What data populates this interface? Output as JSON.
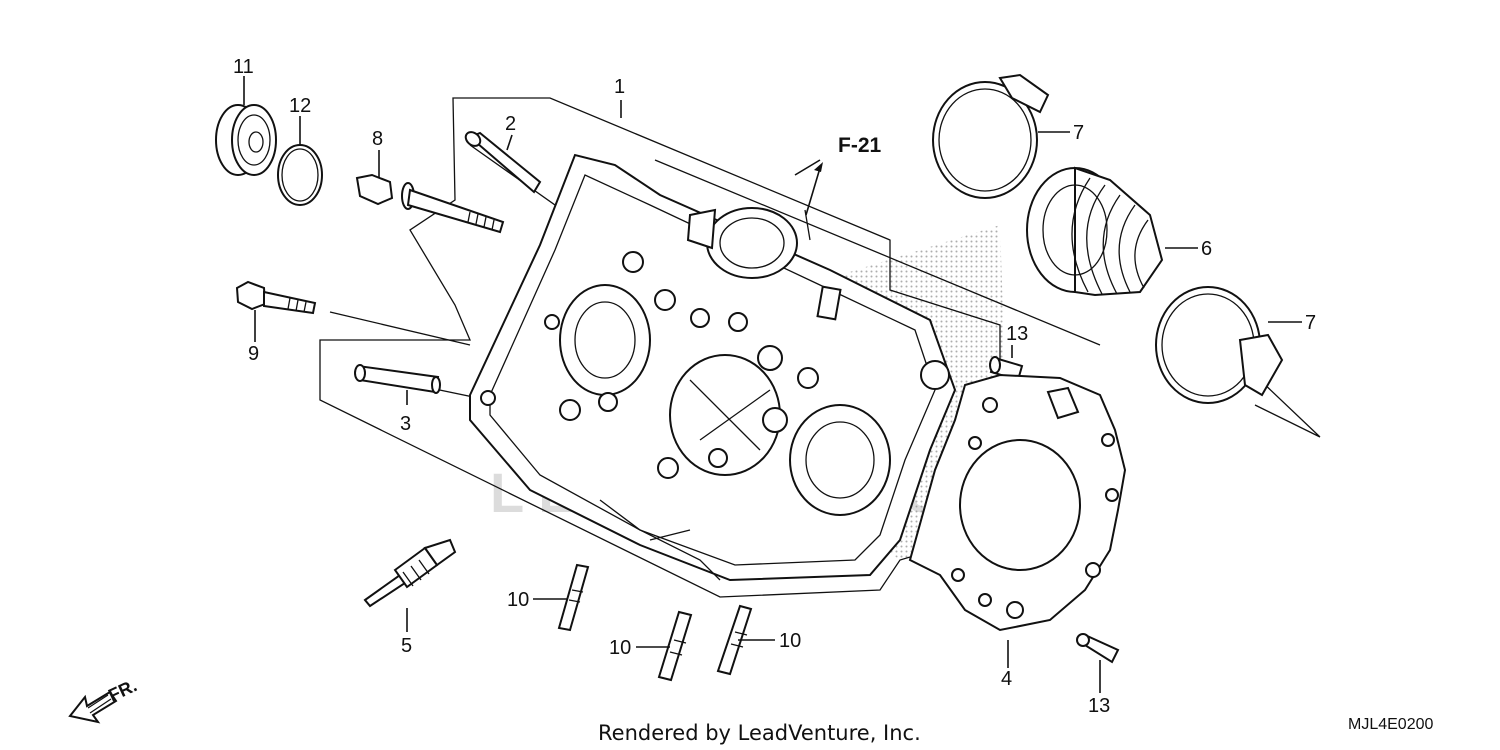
{
  "diagram": {
    "watermark": "LEADVENTURE",
    "reference_label": "F-21",
    "front_label": "FR.",
    "footer_text": "Rendered by LeadVenture, Inc.",
    "diagram_code": "MJL4E0200",
    "callouts": [
      {
        "id": "c1",
        "label": "1"
      },
      {
        "id": "c2",
        "label": "2"
      },
      {
        "id": "c3",
        "label": "3"
      },
      {
        "id": "c4",
        "label": "4"
      },
      {
        "id": "c5",
        "label": "5"
      },
      {
        "id": "c6",
        "label": "6"
      },
      {
        "id": "c7a",
        "label": "7"
      },
      {
        "id": "c7b",
        "label": "7"
      },
      {
        "id": "c8",
        "label": "8"
      },
      {
        "id": "c9",
        "label": "9"
      },
      {
        "id": "c10a",
        "label": "10"
      },
      {
        "id": "c10b",
        "label": "10"
      },
      {
        "id": "c10c",
        "label": "10"
      },
      {
        "id": "c11",
        "label": "11"
      },
      {
        "id": "c12",
        "label": "12"
      },
      {
        "id": "c13a",
        "label": "13"
      },
      {
        "id": "c13b",
        "label": "13"
      }
    ]
  }
}
